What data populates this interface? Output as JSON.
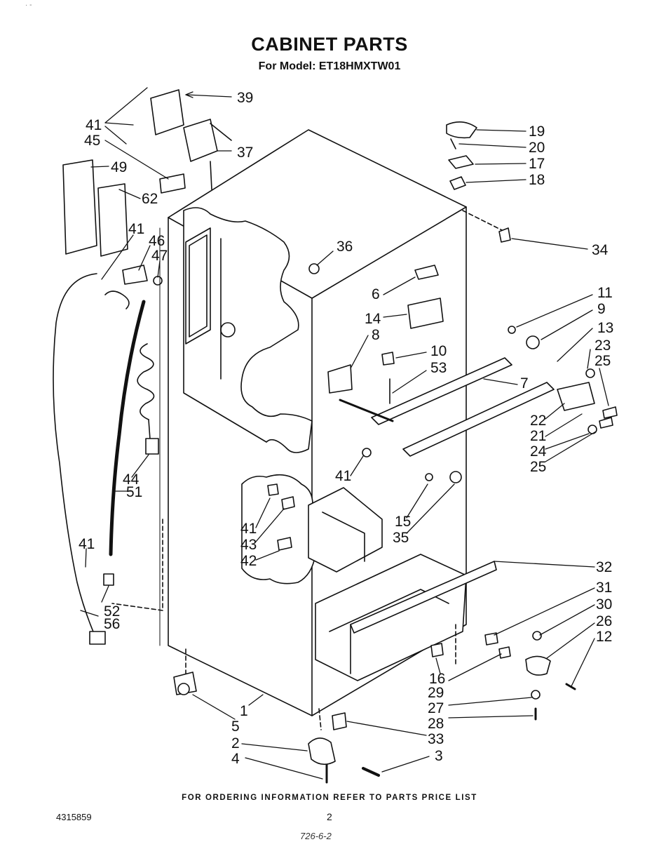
{
  "header": {
    "title": "CABINET PARTS",
    "subtitle": "For Model: ET18HMXTW01"
  },
  "callouts": [
    {
      "label": "39"
    },
    {
      "label": "41"
    },
    {
      "label": "45"
    },
    {
      "label": "37"
    },
    {
      "label": "49"
    },
    {
      "label": "62"
    },
    {
      "label": "41"
    },
    {
      "label": "46"
    },
    {
      "label": "47"
    },
    {
      "label": "36"
    },
    {
      "label": "19"
    },
    {
      "label": "20"
    },
    {
      "label": "17"
    },
    {
      "label": "18"
    },
    {
      "label": "34"
    },
    {
      "label": "6"
    },
    {
      "label": "14"
    },
    {
      "label": "8"
    },
    {
      "label": "10"
    },
    {
      "label": "53"
    },
    {
      "label": "7"
    },
    {
      "label": "11"
    },
    {
      "label": "9"
    },
    {
      "label": "13"
    },
    {
      "label": "23"
    },
    {
      "label": "25"
    },
    {
      "label": "22"
    },
    {
      "label": "21"
    },
    {
      "label": "24"
    },
    {
      "label": "25"
    },
    {
      "label": "44"
    },
    {
      "label": "51"
    },
    {
      "label": "41"
    },
    {
      "label": "41"
    },
    {
      "label": "43"
    },
    {
      "label": "42"
    },
    {
      "label": "15"
    },
    {
      "label": "35"
    },
    {
      "label": "32"
    },
    {
      "label": "41"
    },
    {
      "label": "52"
    },
    {
      "label": "56"
    },
    {
      "label": "31"
    },
    {
      "label": "30"
    },
    {
      "label": "26"
    },
    {
      "label": "12"
    },
    {
      "label": "16"
    },
    {
      "label": "29"
    },
    {
      "label": "27"
    },
    {
      "label": "28"
    },
    {
      "label": "1"
    },
    {
      "label": "5"
    },
    {
      "label": "33"
    },
    {
      "label": "2"
    },
    {
      "label": "3"
    },
    {
      "label": "4"
    }
  ],
  "footer": {
    "ordering_note": "FOR ORDERING INFORMATION REFER TO PARTS PRICE LIST",
    "doc_number": "4315859",
    "page_number": "2",
    "handwritten": "726-6-2",
    "corner_mark": "·  -"
  }
}
